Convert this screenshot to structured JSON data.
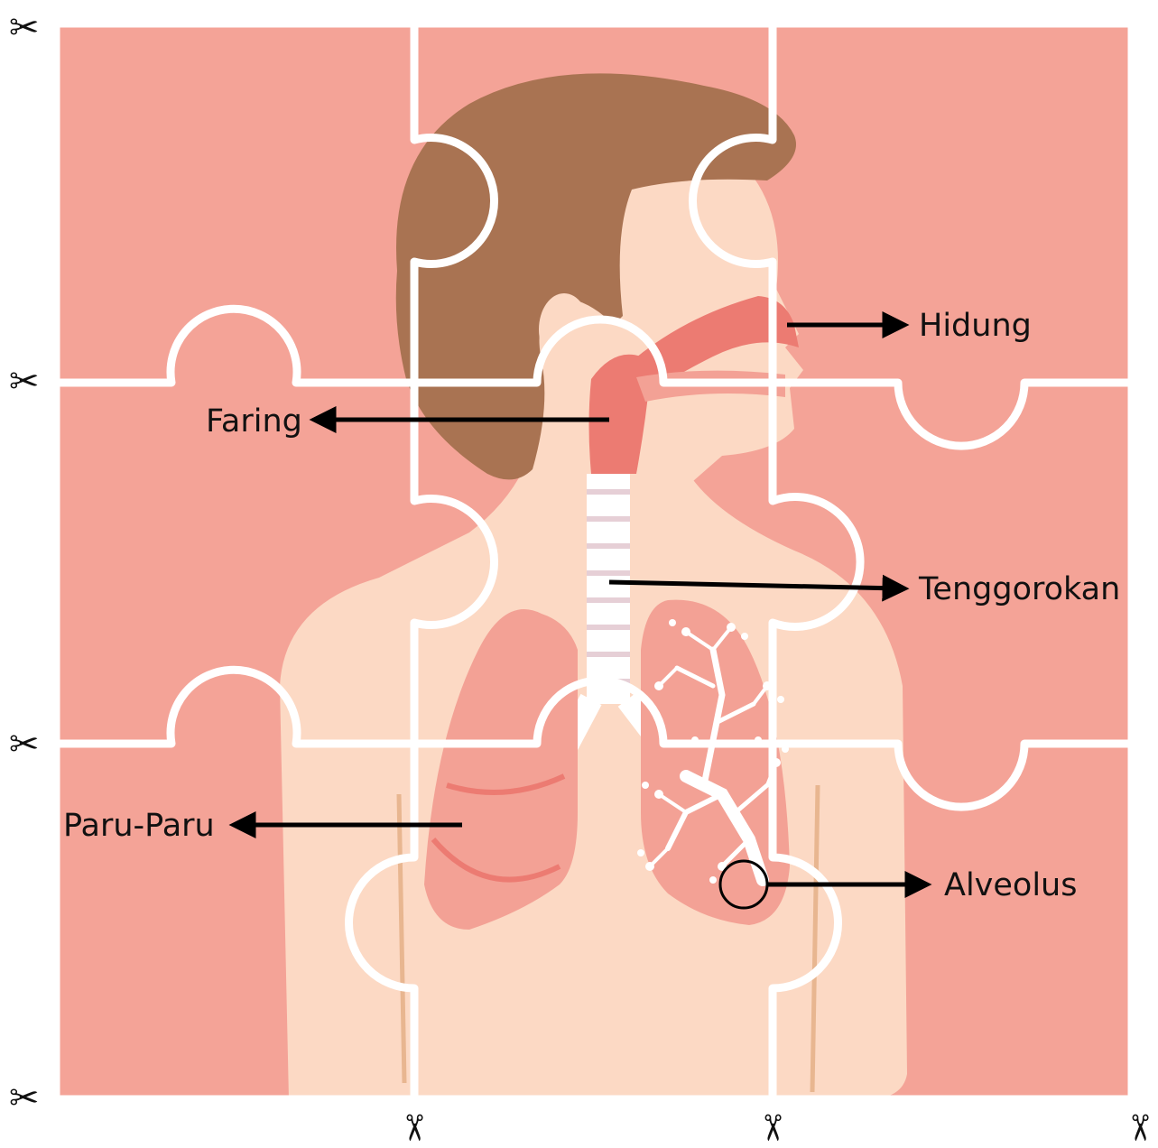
{
  "diagram": {
    "colors": {
      "background": "#f4a397",
      "skin": "#fcd9c4",
      "hair": "#a97352",
      "airway": "#ec7b72",
      "lung": "#f3a195",
      "puzzle_lines": "#ffffff",
      "arrows": "#000000"
    },
    "labels": {
      "hidung": "Hidung",
      "faring": "Faring",
      "tenggorokan": "Tenggorokan",
      "paru_paru": "Paru-Paru",
      "alveolus": "Alveolus"
    },
    "cut_marks": {
      "icon": "scissors-icon",
      "glyph": "✂"
    }
  }
}
